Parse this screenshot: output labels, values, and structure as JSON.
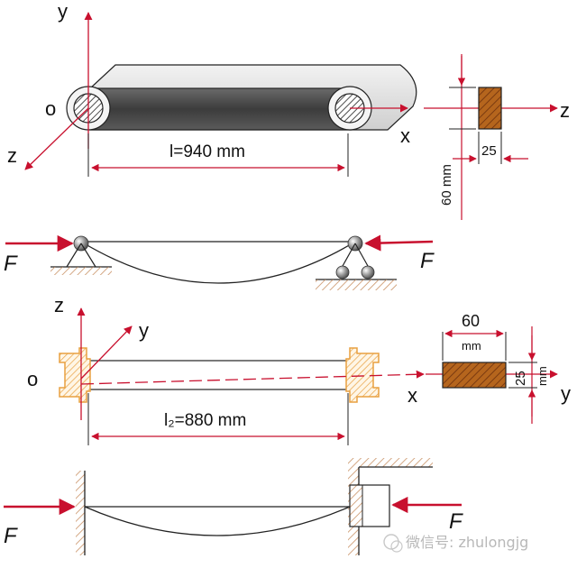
{
  "top": {
    "axis_y": "y",
    "axis_o": "o",
    "axis_z": "z",
    "axis_x": "x",
    "length_label": "l=940 mm",
    "section_axis_z": "z",
    "section_width": "25",
    "section_height": "60 mm"
  },
  "middle_beam": {
    "force_left": "F",
    "force_right": "F"
  },
  "bottom": {
    "axis_z": "z",
    "axis_y": "y",
    "axis_o": "o",
    "axis_x": "x",
    "length_label": "l₂=880 mm",
    "section_width": "60",
    "section_width_unit": "mm",
    "section_height": "25",
    "section_height_unit": "mm",
    "section_axis_y": "y"
  },
  "fixed_beam": {
    "force_left": "F",
    "force_right": "F"
  },
  "watermark": "微信号: zhulongjg",
  "colors": {
    "red": "#c8102e",
    "rod_dark": "#4a4a4a",
    "hatch": "#c58a5a",
    "orange": "#e8a040"
  }
}
